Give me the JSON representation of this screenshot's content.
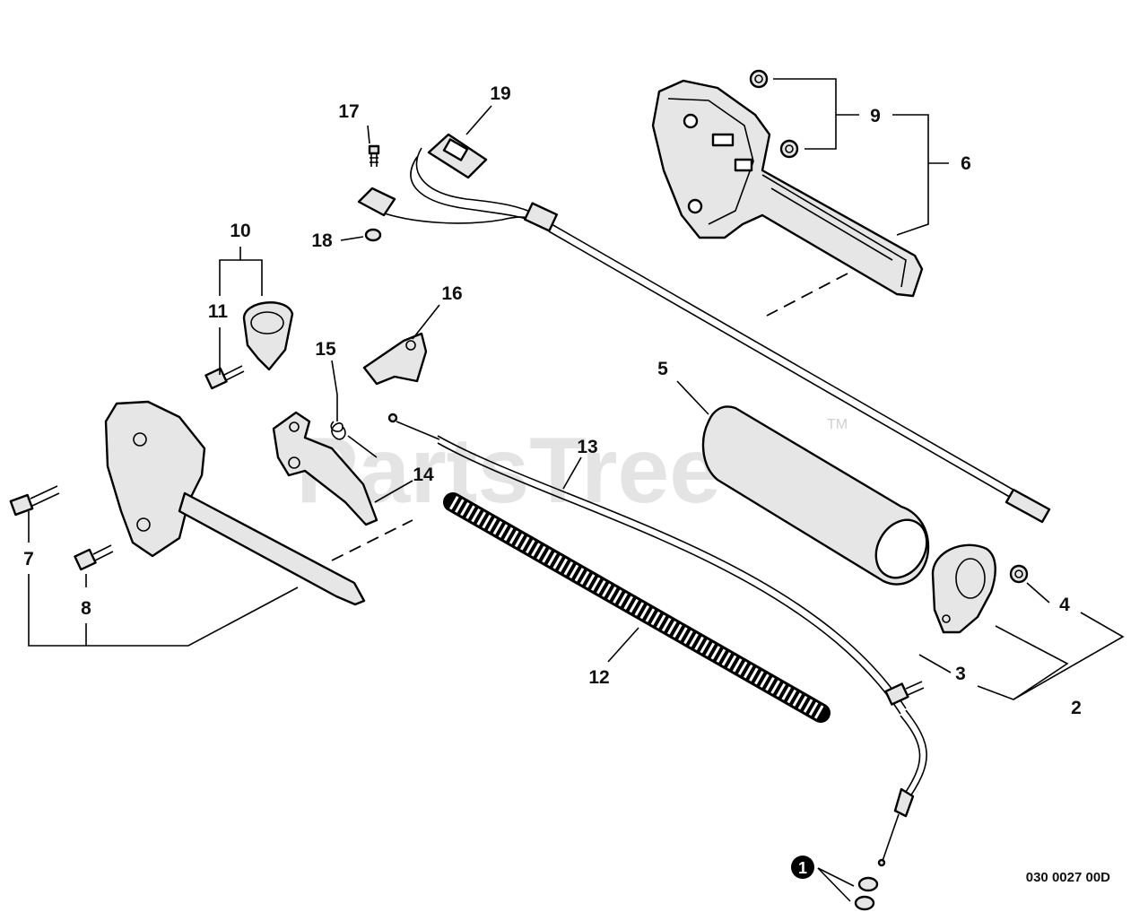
{
  "diagram": {
    "watermark": "PartsTree",
    "trademark": "TM",
    "drawing_code": "030 0027 00D",
    "callouts": [
      "1",
      "2",
      "3",
      "4",
      "5",
      "6",
      "7",
      "8",
      "9",
      "10",
      "11",
      "12",
      "13",
      "14",
      "15",
      "16",
      "17",
      "18",
      "19"
    ]
  }
}
